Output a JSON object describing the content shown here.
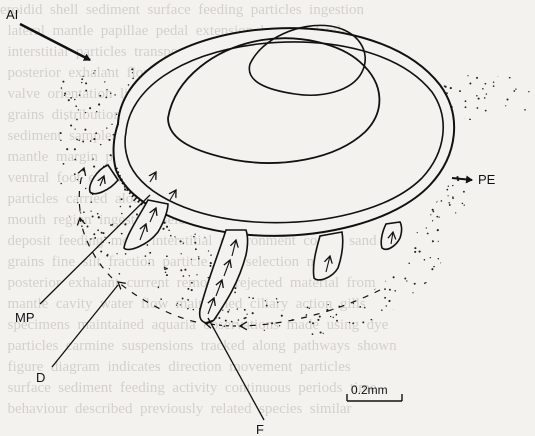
{
  "labels": {
    "ai": "AI",
    "pe": "PE",
    "mp": "MP",
    "d": "D",
    "f": "F"
  },
  "scale_bar": {
    "label": "0.2mm"
  }
}
